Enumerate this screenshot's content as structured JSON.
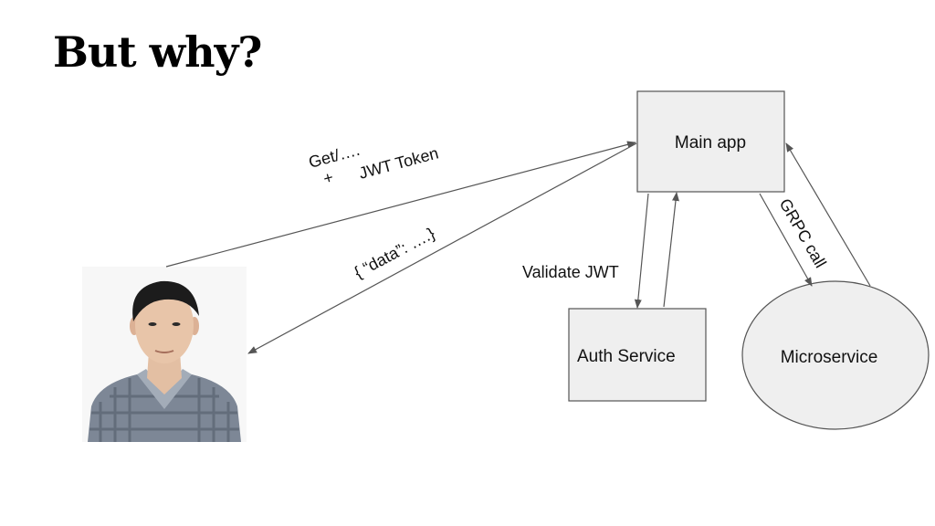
{
  "title": "But why?",
  "nodes": {
    "main_app": {
      "label": "Main app"
    },
    "auth_service": {
      "label": "Auth Service"
    },
    "microservice": {
      "label": "Microservice"
    }
  },
  "edges": {
    "request_line1": "Get/….",
    "request_plus": "+",
    "request_line2": "JWT Token",
    "response": "{ “data”: ….}",
    "validate": "Validate JWT",
    "grpc": "GRPC call"
  },
  "colors": {
    "node_fill": "#efefef",
    "node_stroke": "#555555",
    "arrow": "#555555"
  }
}
